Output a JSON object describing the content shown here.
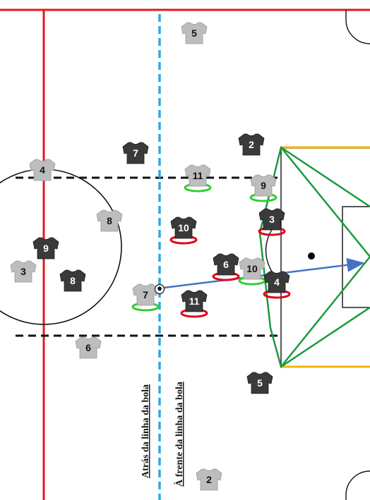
{
  "colors": {
    "pitch_line": "#e31a1c",
    "box_line": "#111111",
    "offside_line": "#29abe2",
    "block_line": "#111111",
    "goal_line": "#f5b301",
    "cone": "#1a9a3f",
    "pass_arrow": "#4472c4",
    "ring_green": "#33cc33",
    "ring_red": "#e0001a",
    "shirt_dark": "#3a3a3a",
    "shirt_light": "#bdbdbd"
  },
  "labels": {
    "behind_ball": "Atrás da linha da bola",
    "ahead_ball": "À frente da linha da bola"
  },
  "players": [
    {
      "id": "dark-2-top",
      "team": "dark",
      "number": "2",
      "ring": ""
    },
    {
      "id": "dark-7",
      "team": "dark",
      "number": "7",
      "ring": ""
    },
    {
      "id": "dark-9",
      "team": "dark",
      "number": "9",
      "ring": ""
    },
    {
      "id": "dark-8",
      "team": "dark",
      "number": "8",
      "ring": ""
    },
    {
      "id": "dark-10",
      "team": "dark",
      "number": "10",
      "ring": "red"
    },
    {
      "id": "dark-3",
      "team": "dark",
      "number": "3",
      "ring": "red"
    },
    {
      "id": "dark-6",
      "team": "dark",
      "number": "6",
      "ring": "red"
    },
    {
      "id": "dark-4",
      "team": "dark",
      "number": "4",
      "ring": "red"
    },
    {
      "id": "dark-11",
      "team": "dark",
      "number": "11",
      "ring": "red"
    },
    {
      "id": "dark-5",
      "team": "dark",
      "number": "5",
      "ring": ""
    },
    {
      "id": "light-5",
      "team": "light",
      "number": "5",
      "ring": ""
    },
    {
      "id": "light-4",
      "team": "light",
      "number": "4",
      "ring": ""
    },
    {
      "id": "light-8",
      "team": "light",
      "number": "8",
      "ring": ""
    },
    {
      "id": "light-3",
      "team": "light",
      "number": "3",
      "ring": ""
    },
    {
      "id": "light-6",
      "team": "light",
      "number": "6",
      "ring": ""
    },
    {
      "id": "light-7",
      "team": "light",
      "number": "7",
      "ring": "green"
    },
    {
      "id": "light-11",
      "team": "light",
      "number": "11",
      "ring": "green"
    },
    {
      "id": "light-9",
      "team": "light",
      "number": "9",
      "ring": "green"
    },
    {
      "id": "light-10",
      "team": "light",
      "number": "10",
      "ring": "green"
    },
    {
      "id": "light-2",
      "team": "light",
      "number": "2",
      "ring": ""
    }
  ]
}
